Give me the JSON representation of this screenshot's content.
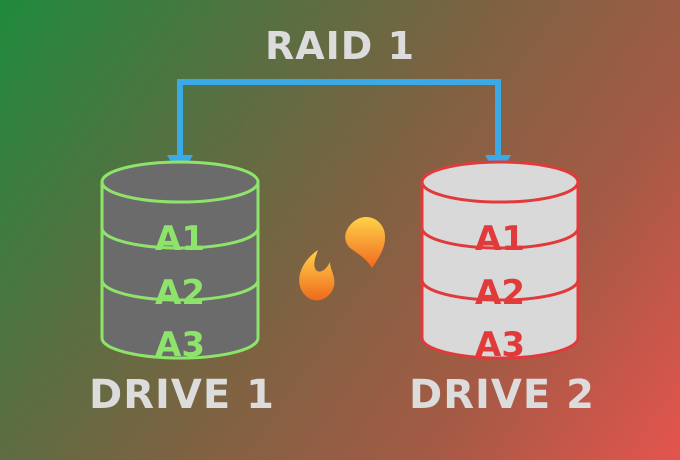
{
  "title": "RAID 1",
  "drives": [
    {
      "label": "DRIVE 1",
      "blocks": [
        "A1",
        "A2",
        "A3"
      ],
      "body_color": "#6b6b6b",
      "accent_color": "#8ee46b"
    },
    {
      "label": "DRIVE 2",
      "blocks": [
        "A1",
        "A2",
        "A3"
      ],
      "body_color": "#d9d9d9",
      "accent_color": "#e03a3a"
    }
  ],
  "colors": {
    "arrow": "#3aa9e8",
    "flame": "#f39a2a"
  }
}
